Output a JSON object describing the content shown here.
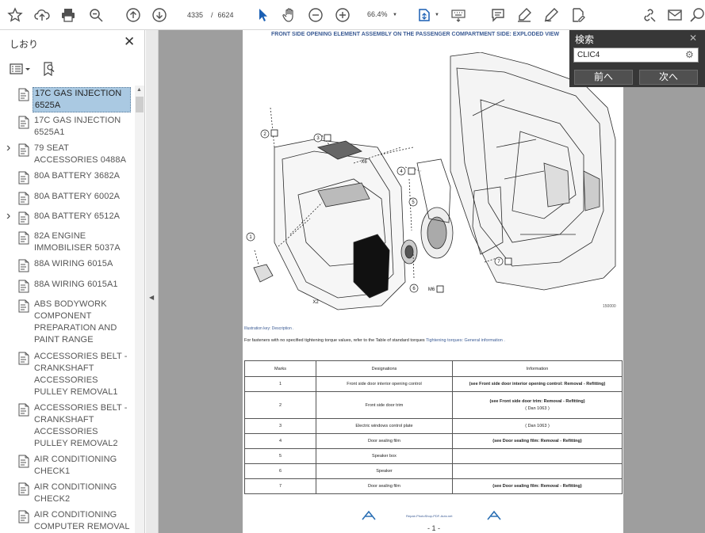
{
  "toolbar": {
    "current_page": "4335",
    "page_separator": "/",
    "total_pages": "6624",
    "zoom": "66.4%"
  },
  "sidebar": {
    "title": "しおり",
    "close_glyph": "✕",
    "items": [
      {
        "label": "17C GAS INJECTION 6525A",
        "expandable": false,
        "selected": true
      },
      {
        "label": "17C GAS INJECTION 6525A1",
        "expandable": false,
        "selected": false
      },
      {
        "label": "79 SEAT ACCESSORIES 0488A",
        "expandable": true,
        "selected": false
      },
      {
        "label": "80A BATTERY 3682A",
        "expandable": false,
        "selected": false
      },
      {
        "label": "80A BATTERY 6002A",
        "expandable": false,
        "selected": false
      },
      {
        "label": "80A BATTERY 6512A",
        "expandable": true,
        "selected": false
      },
      {
        "label": "82A ENGINE IMMOBILISER 5037A",
        "expandable": false,
        "selected": false
      },
      {
        "label": "88A WIRING 6015A",
        "expandable": false,
        "selected": false
      },
      {
        "label": "88A WIRING 6015A1",
        "expandable": false,
        "selected": false
      },
      {
        "label": "ABS BODYWORK COMPONENT PREPARATION AND PAINT RANGE",
        "expandable": false,
        "selected": false
      },
      {
        "label": "ACCESSORIES BELT - CRANKSHAFT ACCESSORIES PULLEY REMOVAL1",
        "expandable": false,
        "selected": false
      },
      {
        "label": "ACCESSORIES BELT - CRANKSHAFT ACCESSORIES PULLEY REMOVAL2",
        "expandable": false,
        "selected": false
      },
      {
        "label": "AIR CONDITIONING CHECK1",
        "expandable": false,
        "selected": false
      },
      {
        "label": "AIR CONDITIONING CHECK2",
        "expandable": false,
        "selected": false
      },
      {
        "label": "AIR CONDITIONING COMPUTER REMOVAL",
        "expandable": false,
        "selected": false
      }
    ]
  },
  "document": {
    "header": "FRONT SIDE OPENING ELEMENT ASSEMBLY ON THE PASSENGER COMPARTMENT SIDE: EXPLODED VIEW",
    "illustration_number": "150000",
    "illustration_note": "Illustration key: Description .",
    "fastening_note": "For fasteners with no specified tightening torque values, refer to the Table of standard torques",
    "fastening_links": "Tightening torques: General information .",
    "table": {
      "headers": [
        "Marks",
        "Designations",
        "Information"
      ],
      "rows": [
        {
          "mark": "1",
          "designation": "Front side door interior opening control",
          "info": [
            "(see Front side door interior opening control: Removal - Refitting)"
          ]
        },
        {
          "mark": "2",
          "designation": "Front side door trim",
          "info": [
            "(see Front side door trim: Removal - Refitting)",
            "( Dan 1063 )"
          ]
        },
        {
          "mark": "3",
          "designation": "Electric windows control plate",
          "info": [
            "( Dan 1063 )"
          ]
        },
        {
          "mark": "4",
          "designation": "Door sealing film",
          "info": [
            "(see Door sealing film: Removal - Refitting)"
          ]
        },
        {
          "mark": "5",
          "designation": "Speaker box",
          "info": [
            ""
          ]
        },
        {
          "mark": "6",
          "designation": "Speaker",
          "info": [
            ""
          ]
        },
        {
          "mark": "7",
          "designation": "Door sealing film",
          "info": [
            "(see Door sealing film: Removal - Refitting)"
          ]
        }
      ]
    },
    "footer_url": "Repair-PhotoShop-PDF-Auto.net",
    "page_label": "- 1 -"
  },
  "illustration_callouts": {
    "c1": "1",
    "c2": "2",
    "c3": "3",
    "c4": "4",
    "c5": "5",
    "c6": "6",
    "c7": "7",
    "x6": "X6",
    "x2": "X2",
    "m6": "M6"
  },
  "search": {
    "title": "検索",
    "close_glyph": "✕",
    "query": "CLIC4",
    "prev_label": "前へ",
    "next_label": "次へ"
  },
  "colors": {
    "selection": "#aac9e2",
    "search_panel": "#373737",
    "canvas": "#9e9e9e",
    "link_blue": "#3b5b94"
  }
}
